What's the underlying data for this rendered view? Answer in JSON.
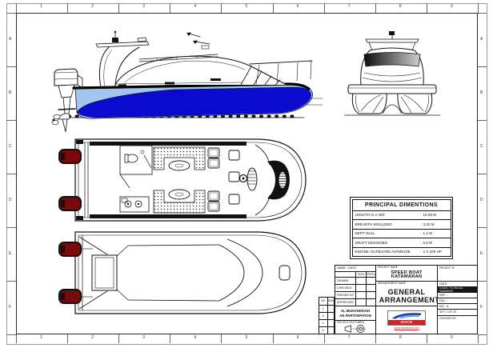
{
  "border": {
    "columns": [
      "1",
      "2",
      "3",
      "4",
      "5",
      "6",
      "7",
      "8",
      "9"
    ],
    "rows": [
      "A",
      "B",
      "C",
      "D",
      "E",
      "F"
    ]
  },
  "dimensions_table": {
    "title": "PRINCIPAL DIMENTIONS",
    "separator": ":",
    "rows": [
      {
        "label": "LENGTH O.A ABT.",
        "value": "10,00 M"
      },
      {
        "label": "BREADTH MOULDED",
        "value": "3,20 M"
      },
      {
        "label": "DEPT HULL",
        "value": "1,1 M"
      },
      {
        "label": "DRAFT DESIGNED",
        "value": "0,5 M"
      },
      {
        "label": "ENGINE OUTBOARD AVINRUDE",
        "value": "2 X 200 HP"
      }
    ]
  },
  "title_block": {
    "top_note": "NAME : DATE",
    "col_sign": "SIGN",
    "col_approval": "APPROVAL",
    "sign_rows": [
      "DRAWN",
      "CHECKED",
      "PASSED BY",
      "APPROVED"
    ],
    "rev_header_no": "NO",
    "rev_header_sign": "SIGN",
    "rev_rows": [
      "1.",
      "2.",
      "3.",
      "4."
    ],
    "company_line1": "AL MUHANDISAH",
    "company_line2": "AN PARTISIPATION",
    "projection_label": "PROJECTION SYMBOL",
    "project_label": "PROJECT NAME",
    "project_name": "SPEED BOAT KATAMARAN",
    "arrangement_label": "ARRANGEMENT NAME",
    "arrangement_name": "GENERAL ARRANGEMENT",
    "right_rows": [
      "PROJECT N°",
      "DATE :",
      "STAGE : PLYWOOD SANDWICH",
      "REF : -",
      "RAL : -",
      "NO. : A",
      "SHT 1 OF 20",
      "CHECKED BY :"
    ],
    "logo_brand": "NOCE",
    "logo_url": "www.noceboat.com"
  },
  "colors": {
    "hull_dark": "#0b0bd0",
    "hull_light": "#a3c6ee",
    "motor": "#7a0909",
    "logo_red": "#cf2428",
    "logo_blue": "#1d3fae",
    "logo_light_blue": "#4fa0dc",
    "line": "#111111"
  }
}
